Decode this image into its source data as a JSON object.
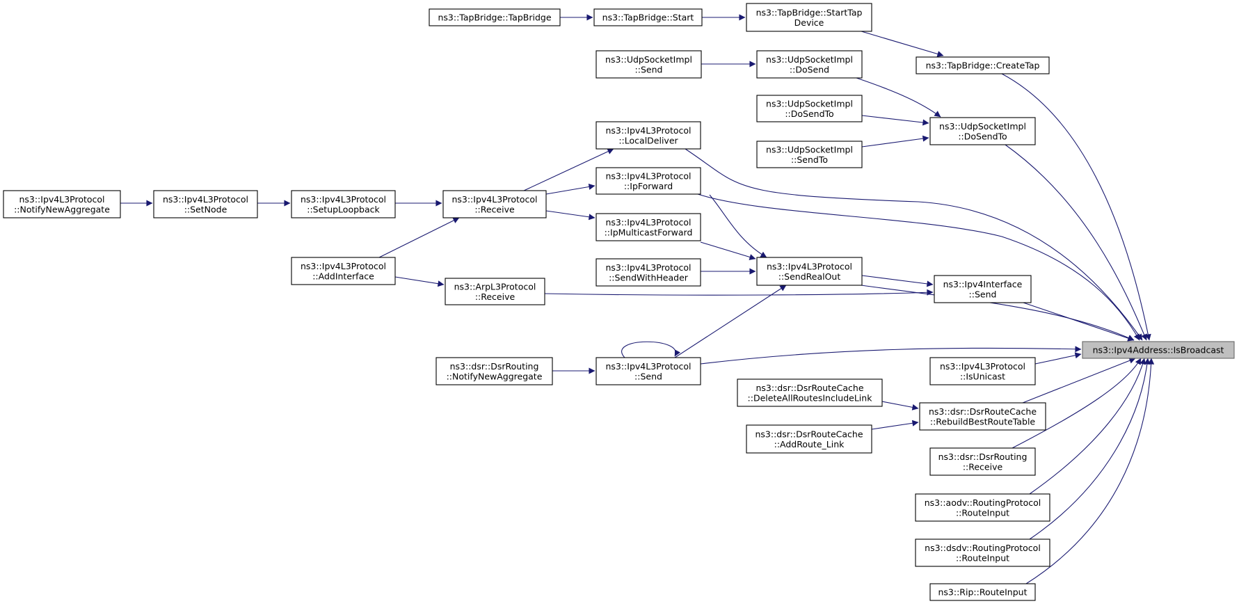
{
  "diagram": {
    "colors": {
      "edge": "#191970",
      "root_fill": "#bfbfbf",
      "node_fill": "#ffffff",
      "node_border": "#000000"
    },
    "nodes": [
      {
        "id": "isbroadcast",
        "lines": [
          "ns3::Ipv4Address::IsBroadcast"
        ],
        "root": true
      },
      {
        "id": "tapbridge",
        "lines": [
          "ns3::TapBridge::TapBridge"
        ]
      },
      {
        "id": "tapstart",
        "lines": [
          "ns3::TapBridge::Start"
        ]
      },
      {
        "id": "starttapdevice",
        "lines": [
          "ns3::TapBridge::StartTap",
          "Device"
        ]
      },
      {
        "id": "createtap",
        "lines": [
          "ns3::TapBridge::CreateTap"
        ]
      },
      {
        "id": "udpsend",
        "lines": [
          "ns3::UdpSocketImpl",
          "::Send"
        ]
      },
      {
        "id": "udpdosend",
        "lines": [
          "ns3::UdpSocketImpl",
          "::DoSend"
        ]
      },
      {
        "id": "udpdosendto2",
        "lines": [
          "ns3::UdpSocketImpl",
          "::DoSendTo"
        ]
      },
      {
        "id": "udpsendto",
        "lines": [
          "ns3::UdpSocketImpl",
          "::SendTo"
        ]
      },
      {
        "id": "udpdosendto",
        "lines": [
          "ns3::UdpSocketImpl",
          "::DoSendTo"
        ]
      },
      {
        "id": "localdeliver",
        "lines": [
          "ns3::Ipv4L3Protocol",
          "::LocalDeliver"
        ]
      },
      {
        "id": "ipforward",
        "lines": [
          "ns3::Ipv4L3Protocol",
          "::IpForward"
        ]
      },
      {
        "id": "ipmcforward",
        "lines": [
          "ns3::Ipv4L3Protocol",
          "::IpMulticastForward"
        ]
      },
      {
        "id": "ipv4receive",
        "lines": [
          "ns3::Ipv4L3Protocol",
          "::Receive"
        ]
      },
      {
        "id": "setuploopback",
        "lines": [
          "ns3::Ipv4L3Protocol",
          "::SetupLoopback"
        ]
      },
      {
        "id": "setnode",
        "lines": [
          "ns3::Ipv4L3Protocol",
          "::SetNode"
        ]
      },
      {
        "id": "notifynewagg",
        "lines": [
          "ns3::Ipv4L3Protocol",
          "::NotifyNewAggregate"
        ]
      },
      {
        "id": "addinterface",
        "lines": [
          "ns3::Ipv4L3Protocol",
          "::AddInterface"
        ]
      },
      {
        "id": "arpreceive",
        "lines": [
          "ns3::ArpL3Protocol",
          "::Receive"
        ]
      },
      {
        "id": "sendwithheader",
        "lines": [
          "ns3::Ipv4L3Protocol",
          "::SendWithHeader"
        ]
      },
      {
        "id": "sendrealout",
        "lines": [
          "ns3::Ipv4L3Protocol",
          "::SendRealOut"
        ]
      },
      {
        "id": "ifsend",
        "lines": [
          "ns3::Ipv4Interface",
          "::Send"
        ]
      },
      {
        "id": "ipv4send",
        "lines": [
          "ns3::Ipv4L3Protocol",
          "::Send"
        ]
      },
      {
        "id": "dsrnotify",
        "lines": [
          "ns3::dsr::DsrRouting",
          "::NotifyNewAggregate"
        ]
      },
      {
        "id": "isunicast",
        "lines": [
          "ns3::Ipv4L3Protocol",
          "::IsUnicast"
        ]
      },
      {
        "id": "deleteroutes",
        "lines": [
          "ns3::dsr::DsrRouteCache",
          "::DeleteAllRoutesIncludeLink"
        ]
      },
      {
        "id": "rebuild",
        "lines": [
          "ns3::dsr::DsrRouteCache",
          "::RebuildBestRouteTable"
        ]
      },
      {
        "id": "addroute",
        "lines": [
          "ns3::dsr::DsrRouteCache",
          "::AddRoute_Link"
        ]
      },
      {
        "id": "dsrreceive",
        "lines": [
          "ns3::dsr::DsrRouting",
          "::Receive"
        ]
      },
      {
        "id": "aodv",
        "lines": [
          "ns3::aodv::RoutingProtocol",
          "::RouteInput"
        ]
      },
      {
        "id": "dsdv",
        "lines": [
          "ns3::dsdv::RoutingProtocol",
          "::RouteInput"
        ]
      },
      {
        "id": "rip",
        "lines": [
          "ns3::Rip::RouteInput"
        ]
      }
    ],
    "edges": [
      {
        "from": "tapbridge",
        "to": "tapstart"
      },
      {
        "from": "tapstart",
        "to": "starttapdevice"
      },
      {
        "from": "starttapdevice",
        "to": "createtap"
      },
      {
        "from": "createtap",
        "to": "isbroadcast"
      },
      {
        "from": "udpsend",
        "to": "udpdosend"
      },
      {
        "from": "udpdosend",
        "to": "udpdosendto"
      },
      {
        "from": "udpdosendto2",
        "to": "udpdosendto"
      },
      {
        "from": "udpsendto",
        "to": "udpdosendto"
      },
      {
        "from": "udpdosendto",
        "to": "isbroadcast"
      },
      {
        "from": "localdeliver",
        "to": "isbroadcast"
      },
      {
        "from": "ipforward",
        "to": "isbroadcast"
      },
      {
        "from": "ipv4receive",
        "to": "localdeliver"
      },
      {
        "from": "ipv4receive",
        "to": "ipforward"
      },
      {
        "from": "ipv4receive",
        "to": "ipmcforward"
      },
      {
        "from": "setuploopback",
        "to": "ipv4receive"
      },
      {
        "from": "setnode",
        "to": "setuploopback"
      },
      {
        "from": "notifynewagg",
        "to": "setnode"
      },
      {
        "from": "addinterface",
        "to": "ipv4receive"
      },
      {
        "from": "addinterface",
        "to": "arpreceive"
      },
      {
        "from": "ipforward",
        "to": "sendrealout"
      },
      {
        "from": "ipmcforward",
        "to": "sendrealout"
      },
      {
        "from": "sendwithheader",
        "to": "sendrealout"
      },
      {
        "from": "ipv4send",
        "to": "sendrealout"
      },
      {
        "from": "sendrealout",
        "to": "ifsend"
      },
      {
        "from": "arpreceive",
        "to": "ifsend"
      },
      {
        "from": "sendrealout",
        "to": "isbroadcast"
      },
      {
        "from": "ifsend",
        "to": "isbroadcast"
      },
      {
        "from": "ipv4send",
        "to": "isbroadcast"
      },
      {
        "from": "ipv4send",
        "to": "ipv4send"
      },
      {
        "from": "dsrnotify",
        "to": "ipv4send"
      },
      {
        "from": "isunicast",
        "to": "isbroadcast"
      },
      {
        "from": "deleteroutes",
        "to": "rebuild"
      },
      {
        "from": "addroute",
        "to": "rebuild"
      },
      {
        "from": "rebuild",
        "to": "isbroadcast"
      },
      {
        "from": "dsrreceive",
        "to": "isbroadcast"
      },
      {
        "from": "aodv",
        "to": "isbroadcast"
      },
      {
        "from": "dsdv",
        "to": "isbroadcast"
      },
      {
        "from": "rip",
        "to": "isbroadcast"
      }
    ]
  }
}
